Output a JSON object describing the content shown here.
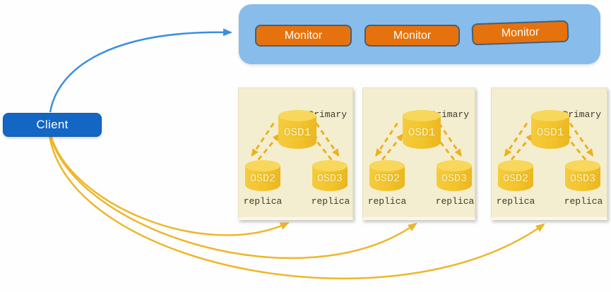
{
  "diagram": {
    "title_hint": "ceph-style client / monitor / osd replication diagram",
    "client": {
      "label": "Client"
    },
    "monitor_cluster": {
      "monitors": [
        {
          "label": "Monitor"
        },
        {
          "label": "Monitor"
        },
        {
          "label": "Monitor"
        }
      ]
    },
    "osd_groups": [
      {
        "primary_label": "Primary",
        "primary_osd": {
          "name": "OSD1"
        },
        "replica_osds": [
          {
            "name": "OSD2",
            "role_label": "replica"
          },
          {
            "name": "OSD3",
            "role_label": "replica"
          }
        ]
      },
      {
        "primary_label": "Primary",
        "primary_osd": {
          "name": "OSD1"
        },
        "replica_osds": [
          {
            "name": "OSD2",
            "role_label": "replica"
          },
          {
            "name": "OSD3",
            "role_label": "replica"
          }
        ]
      },
      {
        "primary_label": "Primary",
        "primary_osd": {
          "name": "OSD1"
        },
        "replica_osds": [
          {
            "name": "OSD2",
            "role_label": "replica"
          },
          {
            "name": "OSD3",
            "role_label": "replica"
          }
        ]
      }
    ],
    "colors": {
      "client_blue": "#1366C4",
      "arrow_blue": "#3E8EDE",
      "monitor_panel_blue": "#87BCEB",
      "monitor_orange": "#E6720D",
      "monitor_border": "#44607A",
      "osd_panel_cream": "#F4EED0",
      "cylinder_gold": "#F3C530",
      "arrow_gold": "#EEB62A"
    }
  }
}
